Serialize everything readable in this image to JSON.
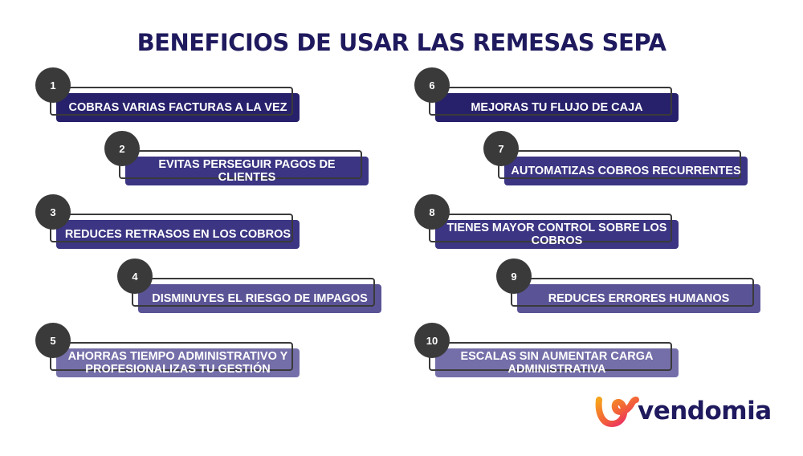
{
  "title": "BENEFICIOS DE USAR LAS REMESAS SEPA",
  "colors": {
    "title": "#1f1a5e",
    "badge": "#3a3a3a",
    "shade1": "#27216b",
    "shade2": "#3b3583",
    "shade3": "#5a5496",
    "shade4": "#746fa9"
  },
  "items": [
    {
      "number": "1",
      "text": "COBRAS VARIAS FACTURAS A LA VEZ"
    },
    {
      "number": "2",
      "text": "EVITAS PERSEGUIR PAGOS DE CLIENTES"
    },
    {
      "number": "3",
      "text": "REDUCES RETRASOS EN LOS COBROS"
    },
    {
      "number": "4",
      "text": "DISMINUYES EL RIESGO DE IMPAGOS"
    },
    {
      "number": "5",
      "text": "AHORRAS TIEMPO ADMINISTRATIVO Y PROFESIONALIZAS TU GESTIÓN"
    },
    {
      "number": "6",
      "text": "MEJORAS TU FLUJO DE CAJA"
    },
    {
      "number": "7",
      "text": "AUTOMATIZAS COBROS RECURRENTES"
    },
    {
      "number": "8",
      "text": "TIENES MAYOR CONTROL SOBRE LOS COBROS"
    },
    {
      "number": "9",
      "text": "REDUCES ERRORES HUMANOS"
    },
    {
      "number": "10",
      "text": "ESCALAS SIN AUMENTAR CARGA ADMINISTRATIVA"
    }
  ],
  "logo": {
    "text": "vendomia"
  }
}
